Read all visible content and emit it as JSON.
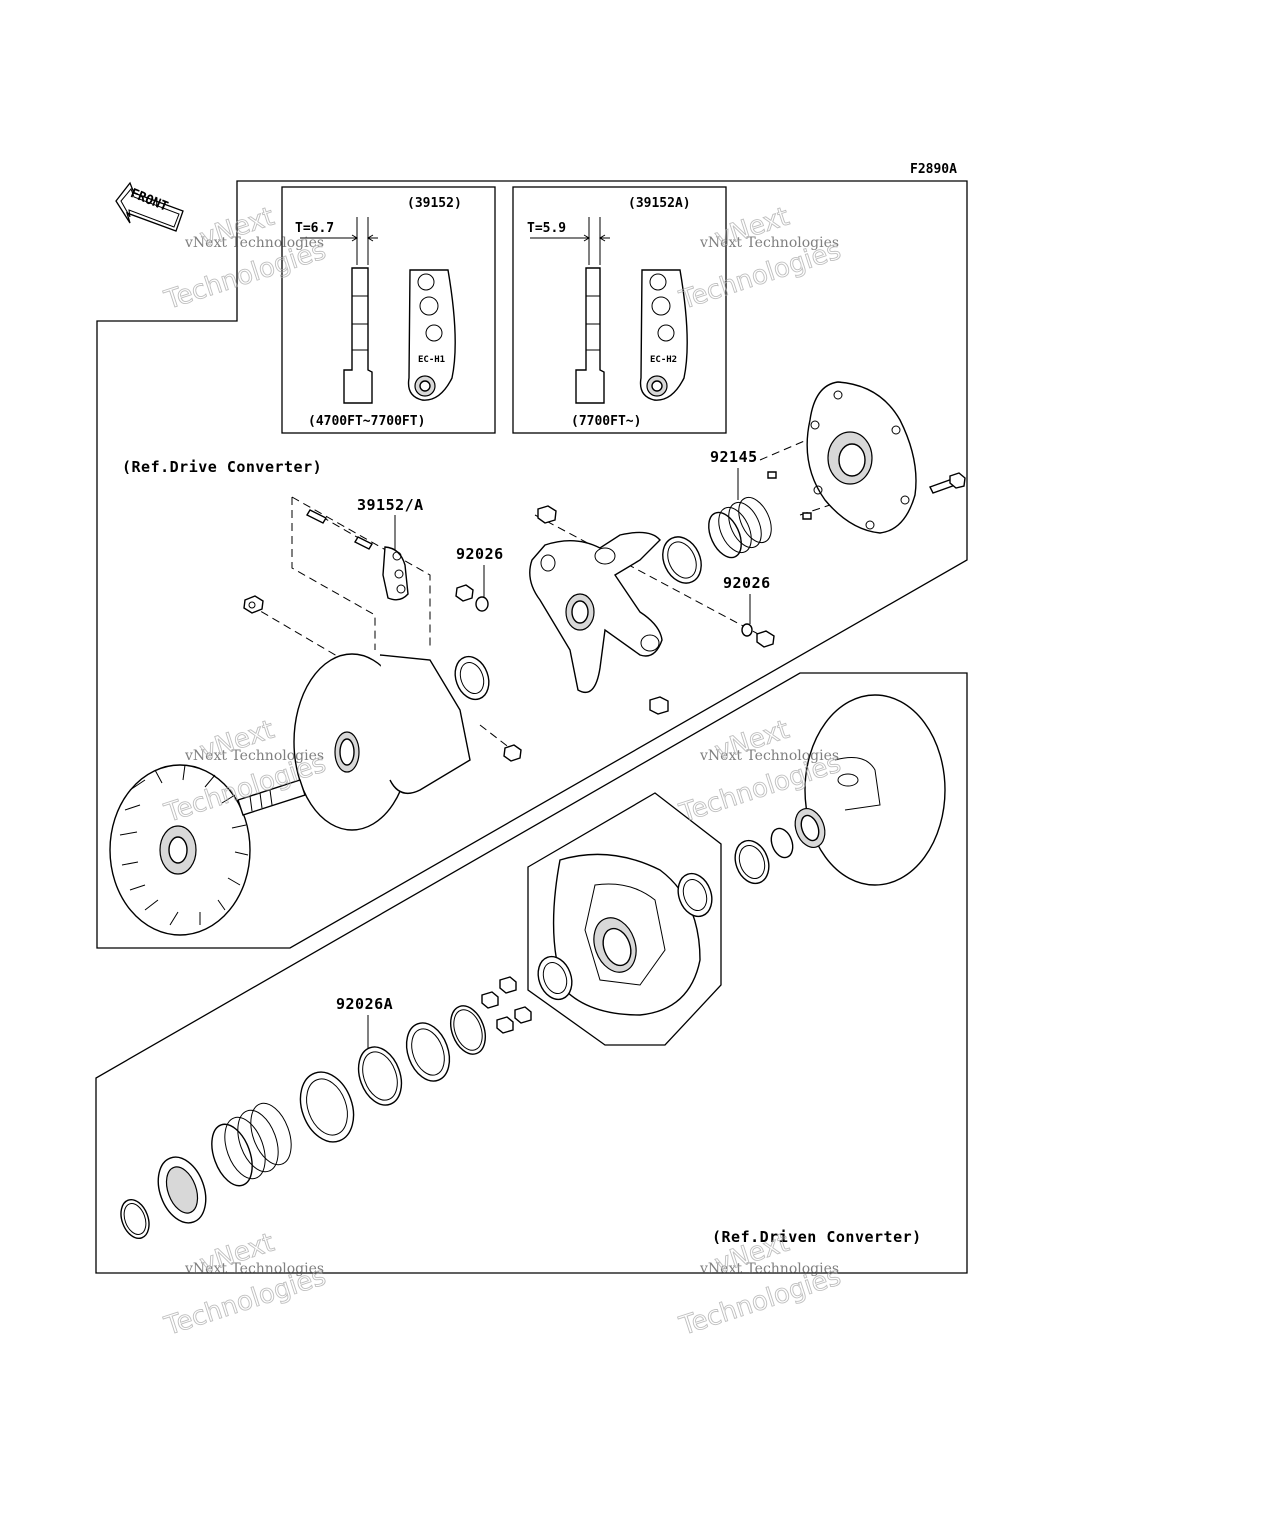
{
  "diagram": {
    "code": "F2890A",
    "front_label": "FRONT",
    "sections": {
      "drive": "(Ref.Drive Converter)",
      "driven": "(Ref.Driven Converter)"
    },
    "insets": [
      {
        "part": "(39152)",
        "thickness": "T=6.7",
        "mark": "EC-H1",
        "range": "(4700FT~7700FT)"
      },
      {
        "part": "(39152A)",
        "thickness": "T=5.9",
        "mark": "EC-H2",
        "range": "(7700FT~)"
      }
    ],
    "callouts": {
      "weight": "39152/A",
      "bushing_left": "92026",
      "spring": "92145",
      "bushing_right": "92026",
      "washer": "92026A"
    },
    "watermark": {
      "line1": "vNext Technologies",
      "line2": "vNext",
      "line3": "Technologies"
    }
  }
}
